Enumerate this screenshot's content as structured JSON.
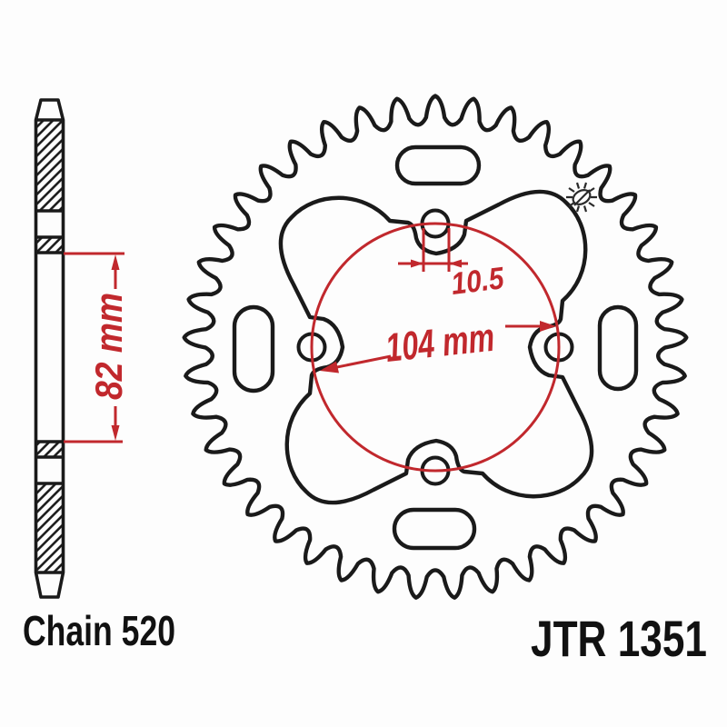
{
  "labels": {
    "chain": "Chain 520",
    "part_number": "JTR 1351"
  },
  "dimensions": {
    "profile_height": "82 mm",
    "bolt_circle_diameter": "104 mm",
    "bolt_hole_diameter": "10.5"
  },
  "colors": {
    "outline_black": "#1a1a1a",
    "dimension_red": "#c1282d"
  },
  "icons": {
    "logo_mark": "sunburst-icon"
  }
}
